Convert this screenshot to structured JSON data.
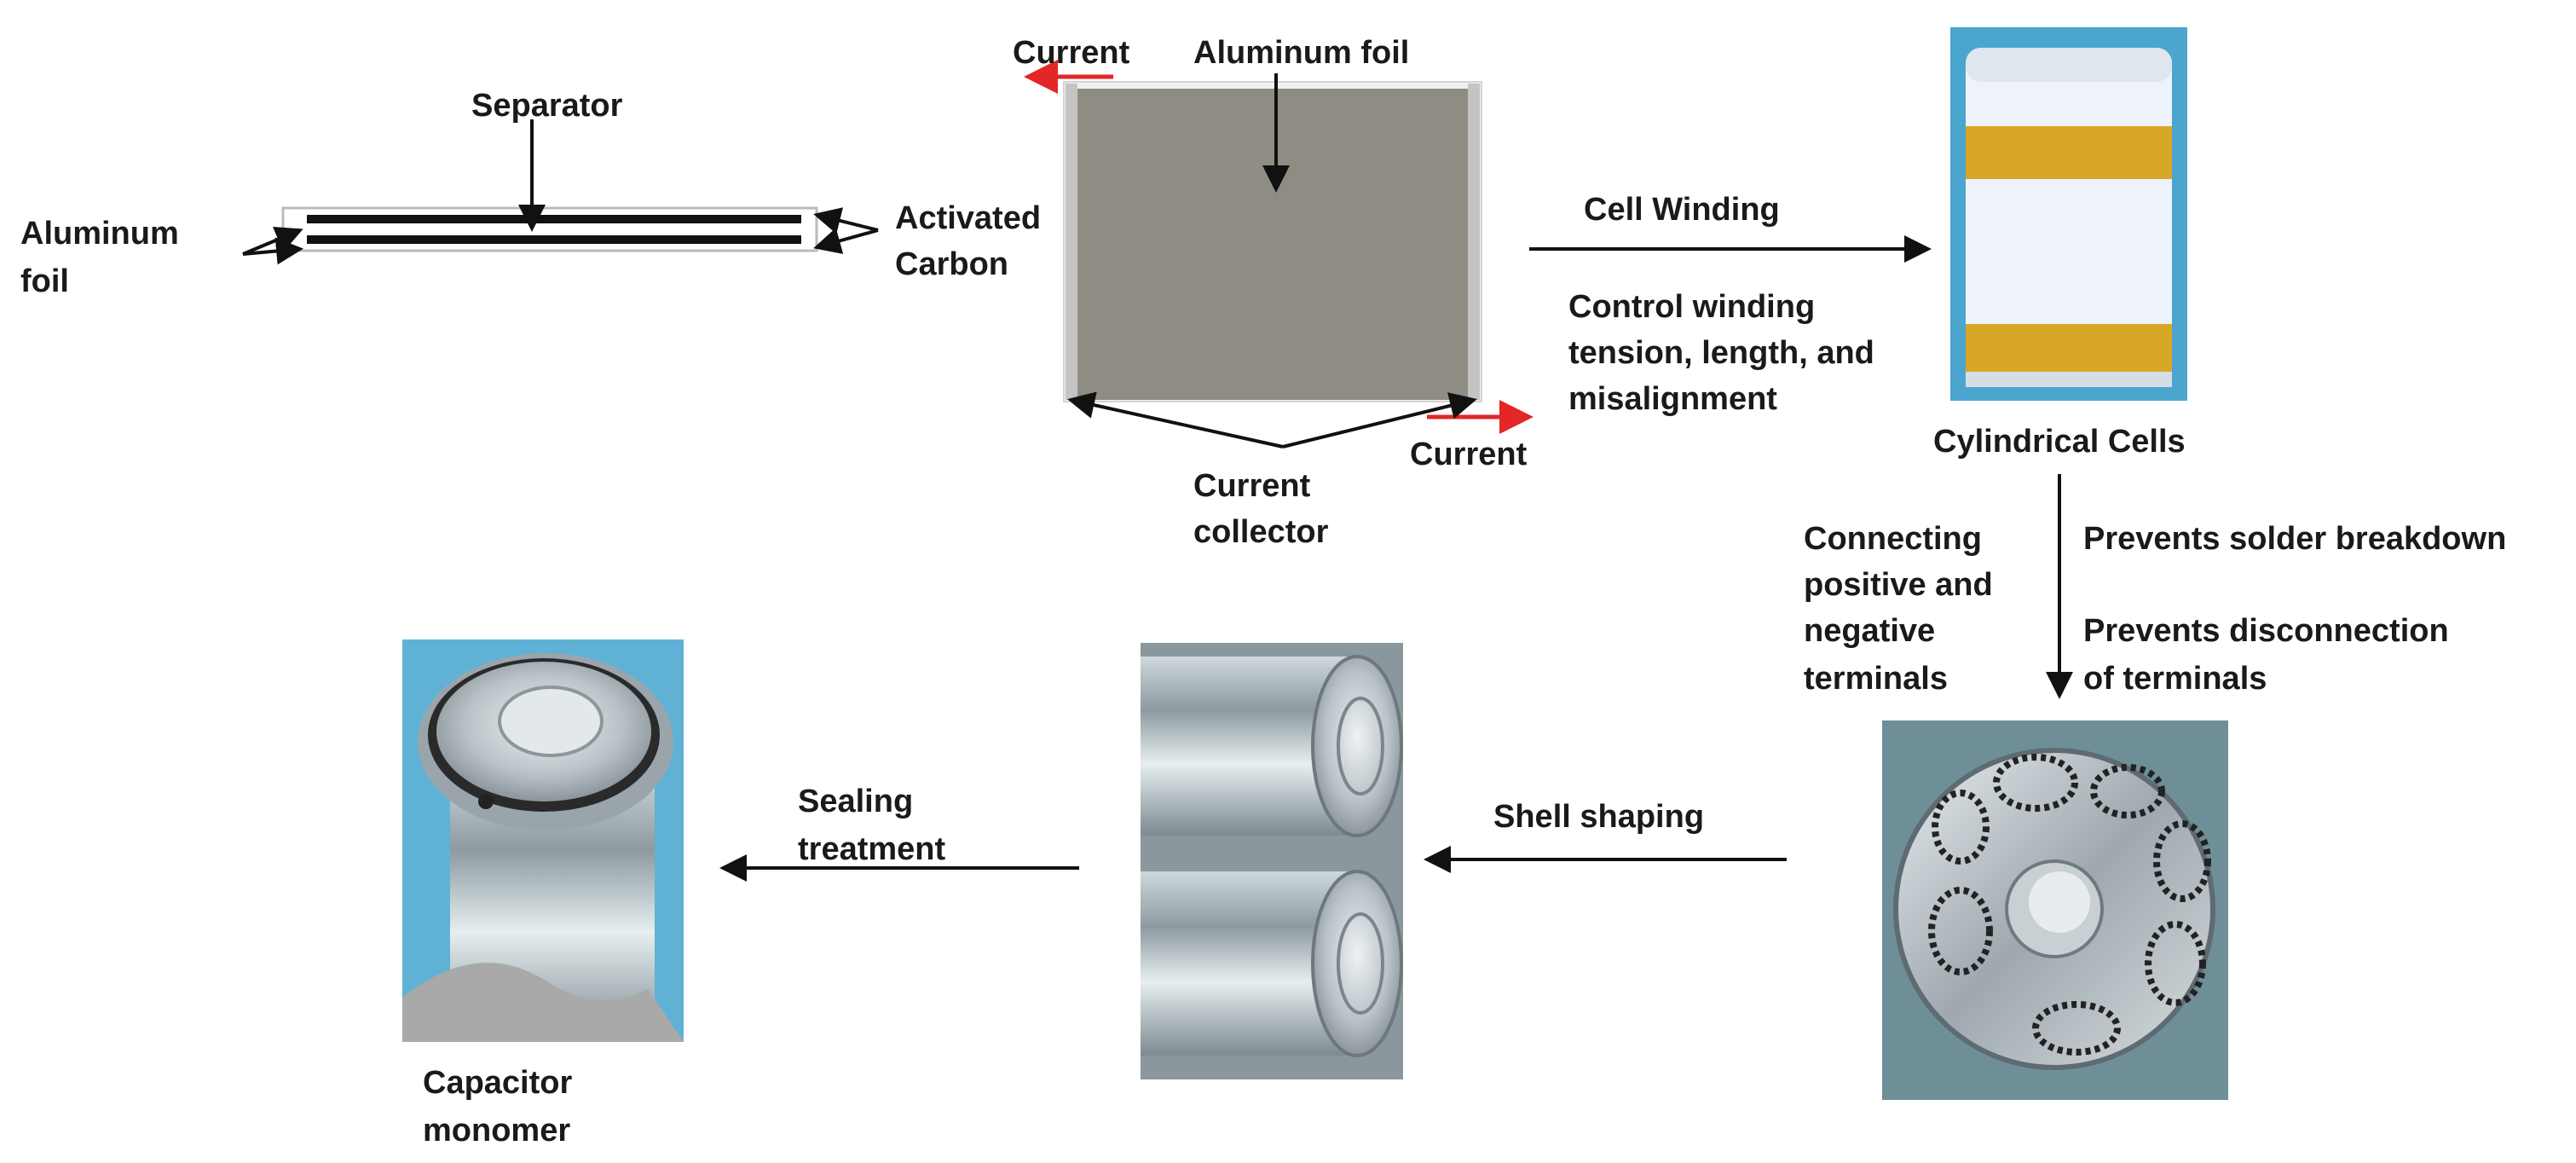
{
  "colors": {
    "text": "#1a1a1a",
    "arrow_black": "#111111",
    "arrow_red": "#e32626",
    "electrode_gray": "#8f8d83",
    "collector_edge": "#c4c4c4",
    "photo_bg_blue": "#4aa6cf",
    "tape_yellow": "#d9a727"
  },
  "labels": {
    "separator": "Separator",
    "aluminum_foil_left_l1": "Aluminum",
    "aluminum_foil_left_l2": "foil",
    "activated_carbon_l1": "Activated",
    "activated_carbon_l2": "Carbon",
    "current_top": "Current",
    "aluminum_foil_top": "Aluminum foil",
    "current_bottom": "Current",
    "current_collector_l1": "Current",
    "current_collector_l2": "collector",
    "cell_winding": "Cell Winding",
    "control_winding_l1": "Control winding",
    "control_winding_l2": "tension, length, and",
    "control_winding_l3": "misalignment",
    "cylindrical_cells": "Cylindrical Cells",
    "connecting_l1": "Connecting",
    "connecting_l2": "positive and",
    "connecting_l3": "negative",
    "connecting_l4": "terminals",
    "prevents_solder": "Prevents solder breakdown",
    "prevents_disconnect_l1": "Prevents disconnection",
    "prevents_disconnect_l2": "of terminals",
    "shell_shaping": "Shell shaping",
    "sealing_l1": "Sealing",
    "sealing_l2": "treatment",
    "capacitor_l1": "Capacitor",
    "capacitor_l2": "monomer"
  },
  "icons": {
    "cylindrical_cell_photo": "wound-cell-photo-icon",
    "welded_terminal_photo": "welded-terminal-photo-icon",
    "shaped_shell_photo": "shaped-shell-photo-icon",
    "capacitor_photo": "capacitor-photo-icon"
  }
}
